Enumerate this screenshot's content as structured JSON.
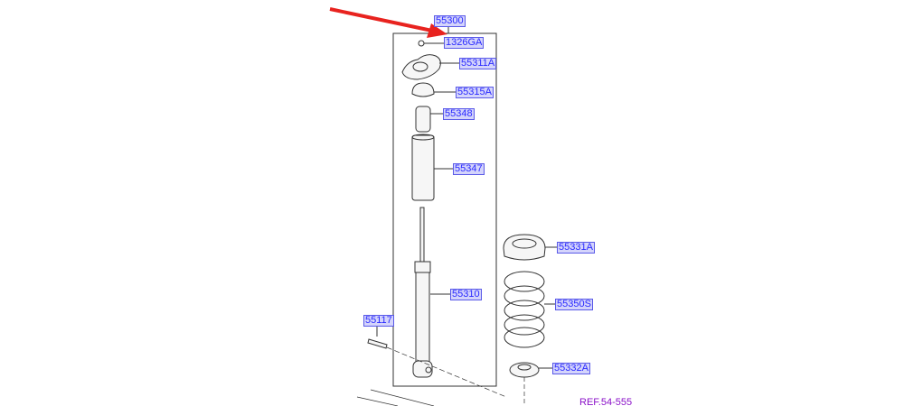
{
  "labels": {
    "assembly": "55300",
    "nut": "1326GA",
    "mount": "55311A",
    "cap": "55315A",
    "bumper": "55348",
    "dust_cover": "55347",
    "shock": "55310",
    "bolt": "55117",
    "upper_pad": "55331A",
    "spring": "55350S",
    "lower_pad": "55332A"
  },
  "reference": "REF.54-555",
  "colors": {
    "label_text": "#2a2aff",
    "label_bg": "#d4d4fb",
    "arrow": "#e8231f",
    "ref": "#8a10c8"
  }
}
